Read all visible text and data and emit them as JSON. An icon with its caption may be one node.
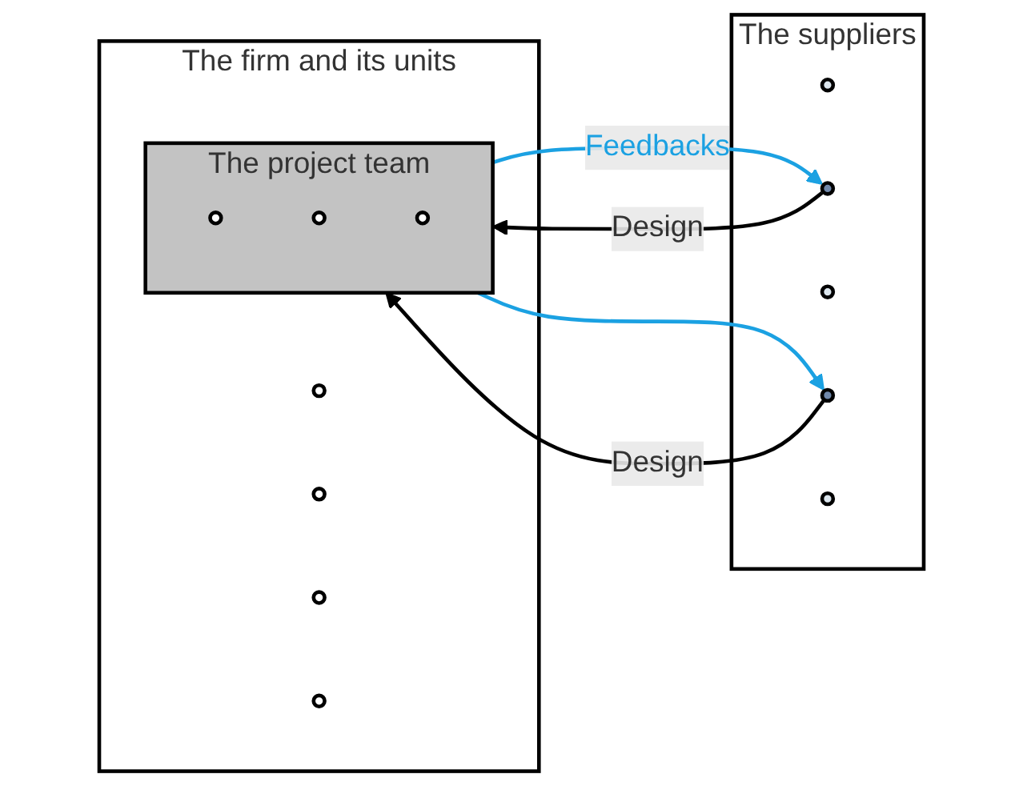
{
  "diagram": {
    "nodes": [
      {
        "text": [
          "The firm and its units"
        ]
      },
      {
        "text": [],
        "shape": "circle",
        "in": 0
      },
      {
        "text": [
          "The project team"
        ],
        "in": 0
      },
      {
        "text": [],
        "shape": "circle",
        "in": 0
      },
      {
        "text": [],
        "shape": "circle",
        "in": 2
      },
      {
        "text": [],
        "shape": "circle",
        "in": 2
      },
      {
        "text": [],
        "shape": "circle",
        "in": 2
      },
      {
        "text": [],
        "shape": "circle",
        "in": 0
      },
      {
        "text": [],
        "shape": "circle",
        "in": 0
      },
      {
        "text": [
          "The suppliers"
        ]
      },
      {
        "text": [],
        "shape": "circle",
        "in": 9
      },
      {
        "text": [],
        "shape": "circle",
        "in": 9
      },
      {
        "text": [],
        "shape": "circle",
        "in": 9
      },
      {
        "text": [],
        "shape": "circle",
        "in": 9
      },
      {
        "text": [],
        "shape": "circle",
        "in": 9
      }
    ],
    "edges": [
      {
        "from": 11,
        "to": 2,
        "arrow": "to",
        "label": "Design"
      },
      {
        "from": 2,
        "to": 11,
        "arrow": "to",
        "label": "Feedbacks",
        "color": "#1ba1e2"
      },
      {
        "from": 2,
        "to": 13,
        "arrow": "to",
        "color": "#1ba1e2"
      },
      {
        "from": 13,
        "to": 2,
        "arrow": "to",
        "label": "Design"
      }
    ]
  }
}
